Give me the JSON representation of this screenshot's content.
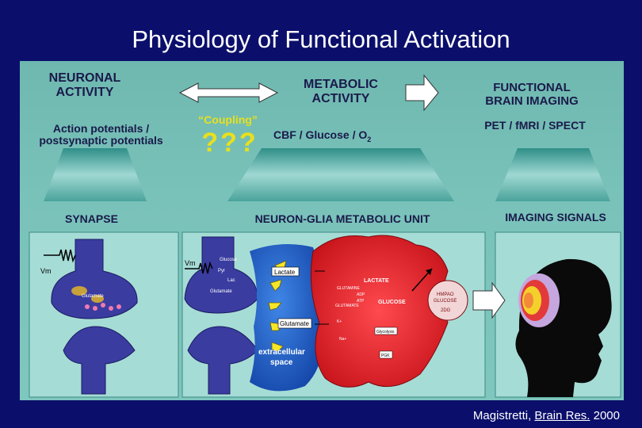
{
  "title": "Physiology of Functional Activation",
  "panel": {
    "neuronal": {
      "line1": "NEURONAL",
      "line2": "ACTIVITY"
    },
    "metabolic": {
      "line1": "METABOLIC",
      "line2": "ACTIVITY"
    },
    "functional": {
      "line1": "FUNCTIONAL",
      "line2": "BRAIN IMAGING"
    },
    "coupling": "“Coupling”",
    "question": "???",
    "action_potentials": {
      "line1": "Action potentials /",
      "line2": "postsynaptic potentials"
    },
    "cbf": "CBF / Glucose / O",
    "cbf_sub": "2",
    "modalities": "PET / fMRI / SPECT",
    "synapse": "SYNAPSE",
    "neuron_glia": "NEURON-GLIA METABOLIC UNIT",
    "imaging_signals": "IMAGING SIGNALS"
  },
  "labels": {
    "vm": "Vm",
    "glutamate": "Glutamate",
    "lactate": "Lactate",
    "lactate_caps": "LACTATE",
    "glucose_caps": "GLUCOSE",
    "glutamine": "GLUTAMINE",
    "glutamate_caps": "GLUTAMATE",
    "extracellular": "extracellular",
    "space": "space",
    "hmpao": "HMPAO",
    "glucose_in": "GLUCOSE",
    "twodg": "2DG",
    "glucose_neuron": "Glucose",
    "pyr": "Pyr",
    "lac": "Lac",
    "atp": "ATP",
    "adp": "ADP",
    "na": "Na+",
    "k": "K+",
    "glycolysis": "Glycolysis",
    "pgk": "PGK"
  },
  "citation": {
    "author": "Magistretti, ",
    "journal": "Brain Res.",
    "year": " 2000"
  },
  "colors": {
    "background": "#0b0f6b",
    "panel": "#7fc6be",
    "neuron": "#3a3ca0",
    "astrocyte": "#e3242b",
    "blue_cell": "#1e5fc8",
    "arrow": "#ffffff"
  }
}
